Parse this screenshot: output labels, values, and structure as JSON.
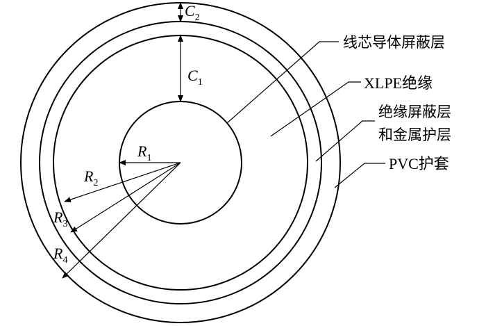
{
  "labels": {
    "conductor_screen": "线芯导体屏蔽层",
    "xlpe": "XLPE绝缘",
    "insulation_screen_line1": "绝缘屏蔽层",
    "insulation_screen_line2": "和金属护层",
    "pvc": "PVC护套"
  },
  "dimensions": {
    "c2": {
      "symbol": "C",
      "sub": "2"
    },
    "c1": {
      "symbol": "C",
      "sub": "1"
    },
    "r1": {
      "symbol": "R",
      "sub": "1"
    },
    "r2": {
      "symbol": "R",
      "sub": "2"
    },
    "r3": {
      "symbol": "R",
      "sub": "3"
    },
    "r4": {
      "symbol": "R",
      "sub": "4"
    }
  }
}
